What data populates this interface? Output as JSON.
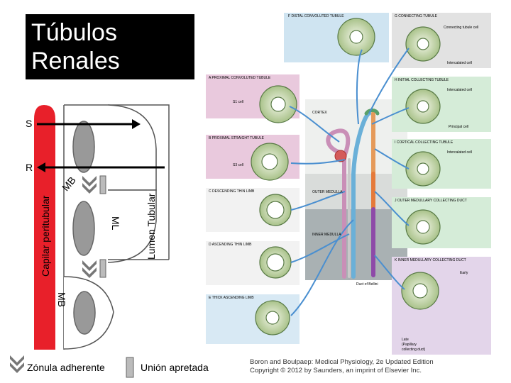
{
  "title": {
    "line1": "Túbulos",
    "line2": "Renales"
  },
  "schematic": {
    "capillary_label": "Capilar peritubular",
    "lumen_label": "Lumen Tubular",
    "s_label": "S",
    "r_label": "R",
    "mb_upper": "MB",
    "ml_label": "ML",
    "mb_lower": "MB",
    "colors": {
      "capillary": "#e8202a",
      "arrow": "#000000"
    }
  },
  "legend": {
    "adherens": "Zónula adherente",
    "tight": "Unión apretada"
  },
  "figure": {
    "labels": {
      "f": "F  DISTAL CONVOLUTED TUBULE",
      "g": "G  CONNECTING TUBULE",
      "g_cell1": "Connecting tubule cell",
      "g_cell2": "Intercalated cell",
      "a": "A  PROXIMAL CONVOLUTED TUBULE",
      "a_cell": "S1 cell",
      "h": "H  INITIAL COLLECTING TUBULE",
      "h_cell1": "Intercalated cell",
      "h_cell2": "Principal cell",
      "cortex": "CORTEX",
      "b": "B  PROXIMAL STRAIGHT TUBULE",
      "b_cell": "S3 cell",
      "i": "I  CORTICAL COLLECTING TUBULE",
      "i_cell": "Intercalated cell",
      "c": "C  DESCENDING THIN LIMB",
      "outer_medulla": "OUTER MEDULLA",
      "j": "J  OUTER MEDULLARY COLLECTING DUCT",
      "inner_medulla": "INNER MEDULLA",
      "d": "D  ASCENDING THIN LIMB",
      "k": "K  INNER MEDULLARY COLLECTING DUCT",
      "k_early": "Early",
      "duct": "Duct of Bellini",
      "e": "E  THICK ASCENDING LIMB",
      "late1": "Late",
      "late2": "(Papillary",
      "late3": "collecting duct)"
    },
    "credit_line1": "Boron and Boulpaep: Medical Physiology, 2e Updated Edition",
    "credit_line2": "Copyright © 2012 by Saunders, an imprint of Elsevier Inc."
  }
}
